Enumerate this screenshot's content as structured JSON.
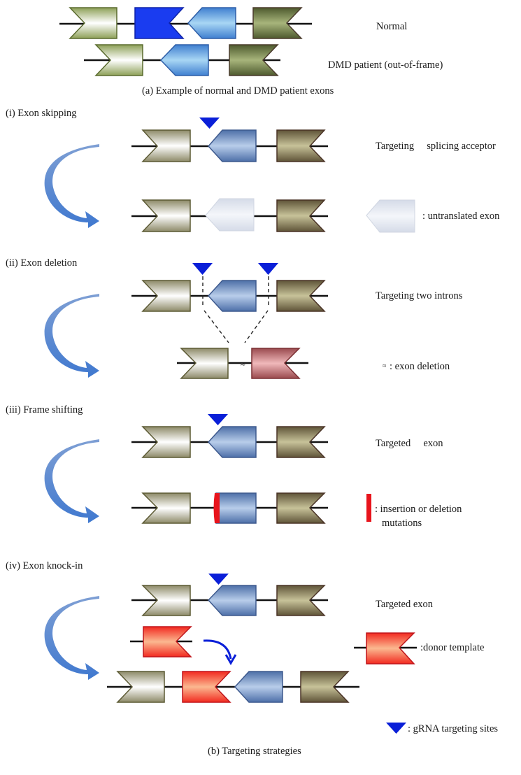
{
  "panel_a": {
    "rows": [
      {
        "label": "Normal"
      },
      {
        "label": "DMD patient (out-of-frame)"
      }
    ],
    "caption": "(a)  Example of normal and DMD patient exons"
  },
  "panel_b": {
    "sections": [
      {
        "title": "(i) Exon skipping",
        "description": "Targeting     splicing acceptor",
        "legend": ":  untranslated exon"
      },
      {
        "title": "(ii) Exon deletion",
        "description": "Targeting two introns",
        "legend_symbol": "≈",
        "legend": ":  exon deletion"
      },
      {
        "title": "(iii) Frame shifting",
        "description": "Targeted     exon",
        "legend_line1": ":  insertion or deletion",
        "legend_line2": "mutations"
      },
      {
        "title": "(iv) Exon knock-in",
        "description": "Targeted exon",
        "legend": ":donor template"
      }
    ],
    "grna_legend": ": gRNA targeting sites",
    "caption": "(b)  Targeting strategies"
  },
  "colors": {
    "grna_marker": "#0a1fd8",
    "mutation_bar": "#e8141c",
    "green_exon": "#8c9a5c",
    "olive_exon": "#8a8766",
    "brown_exon": "#7d7355",
    "blue_exon": "#6f8fc4",
    "light_blue_exon": "#8fc3ea",
    "highlight_exon": "#1a3cf0",
    "pink_exon": "#c47d80",
    "donor_exon": "#f24a3c",
    "untranslated_exon": "#e3e7f0",
    "curved_arrow": "#5a8ad0"
  }
}
